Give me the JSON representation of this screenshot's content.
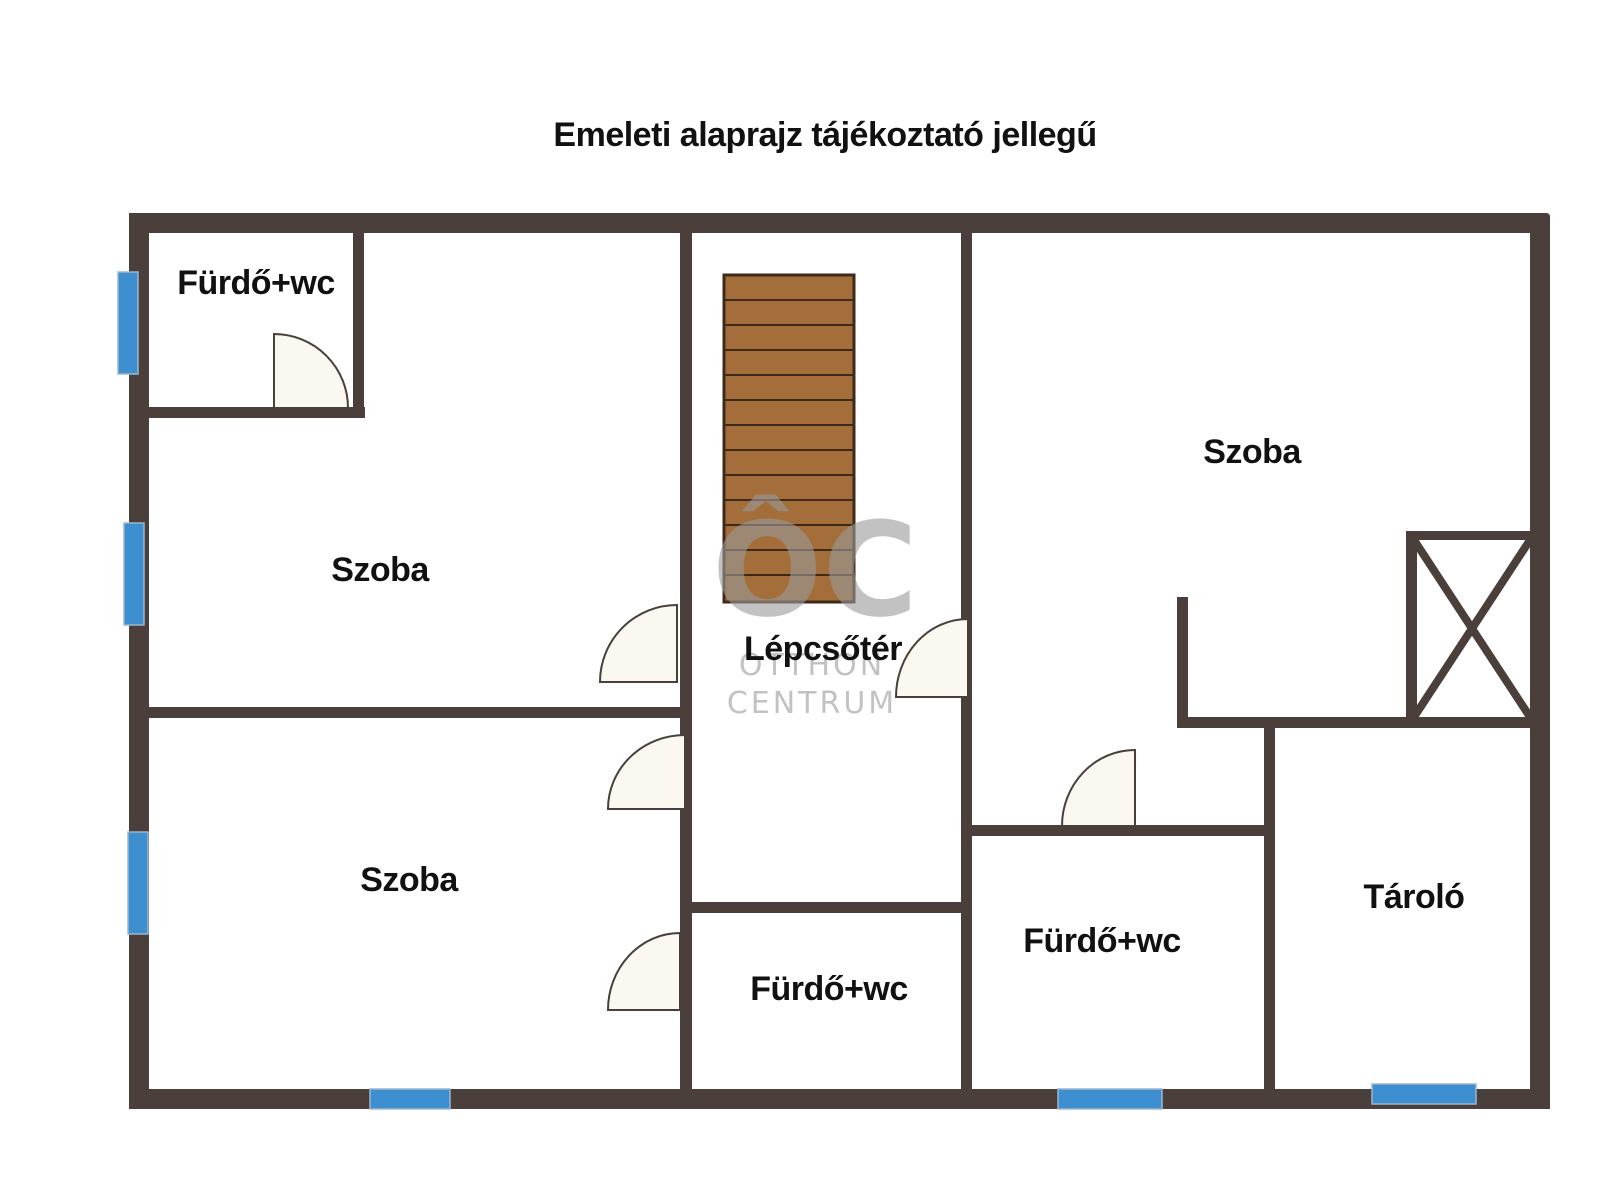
{
  "title": "Emeleti alaprajz tájékoztató jellegű",
  "rooms": {
    "furdo_top_left": "Fürdő+wc",
    "szoba_upper_left": "Szoba",
    "lepcsoter": "Lépcsőtér",
    "szoba_right": "Szoba",
    "szoba_lower_left": "Szoba",
    "furdo_center": "Fürdő+wc",
    "furdo_right": "Fürdő+wc",
    "tarolo": "Tároló"
  },
  "watermark": {
    "logo_text": "ÔC",
    "line1": "OTTHON",
    "line2": "CENTRUM"
  },
  "colors": {
    "wall": "#4a3f3a",
    "stair_fill": "#a36e3a",
    "stair_line": "#3e2a18",
    "window_fill": "#3d8fd0",
    "door_fill": "#fbf7f1"
  }
}
